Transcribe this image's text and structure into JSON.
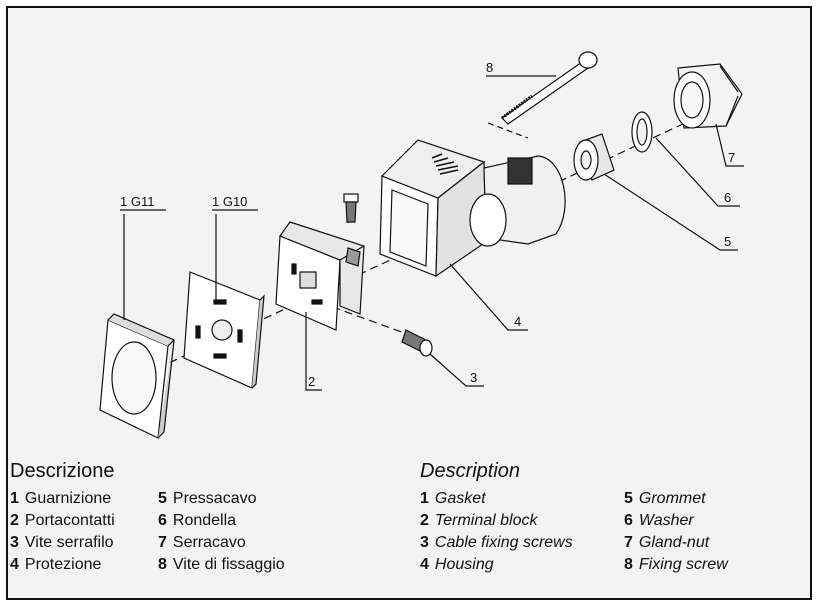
{
  "callouts": {
    "gasket_code": "1 G11",
    "terminal_code": "1 G10",
    "n2": "2",
    "n3": "3",
    "n4": "4",
    "n5": "5",
    "n6": "6",
    "n7": "7",
    "n8": "8"
  },
  "legend_it": {
    "title": "Descrizione",
    "items": [
      {
        "num": "1",
        "label": "Guarnizione"
      },
      {
        "num": "5",
        "label": "Pressacavo"
      },
      {
        "num": "2",
        "label": "Portacontatti"
      },
      {
        "num": "6",
        "label": "Rondella"
      },
      {
        "num": "3",
        "label": "Vite serrafilo"
      },
      {
        "num": "7",
        "label": "Serracavo"
      },
      {
        "num": "4",
        "label": "Protezione"
      },
      {
        "num": "8",
        "label": "Vite di fissaggio"
      }
    ]
  },
  "legend_en": {
    "title": "Description",
    "items": [
      {
        "num": "1",
        "label": "Gasket"
      },
      {
        "num": "5",
        "label": "Grommet"
      },
      {
        "num": "2",
        "label": "Terminal block"
      },
      {
        "num": "6",
        "label": "Washer"
      },
      {
        "num": "3",
        "label": "Cable fixing screws"
      },
      {
        "num": "7",
        "label": "Gland-nut"
      },
      {
        "num": "4",
        "label": "Housing"
      },
      {
        "num": "8",
        "label": "Fixing screw"
      }
    ]
  }
}
